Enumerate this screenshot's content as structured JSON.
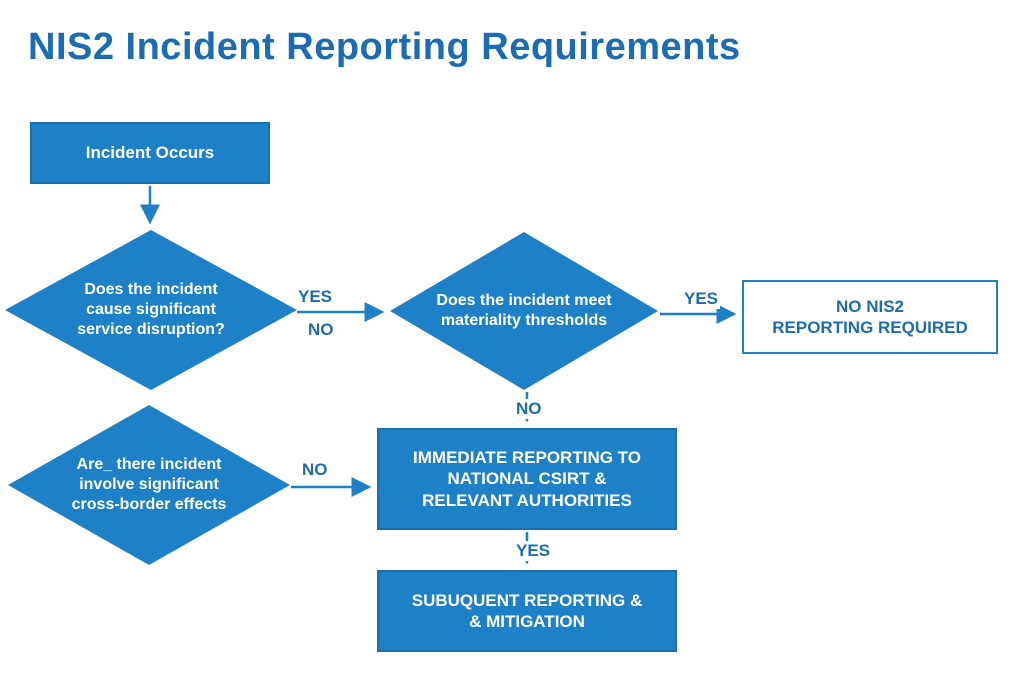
{
  "title": "NIS2 Incident Reporting Requirements",
  "colors": {
    "primary_blue": "#1e81c8",
    "dark_blue_text": "#1b6cb3",
    "background": "#ffffff"
  },
  "nodes": {
    "incident_occurs": {
      "label": "Incident Occurs",
      "shape": "rectangle"
    },
    "service_disruption": {
      "label": "Does the incident\ncause significant\nservice disruption?",
      "shape": "diamond"
    },
    "materiality": {
      "label": "Does the incident meet\nmateriality thresholds",
      "shape": "diamond"
    },
    "no_reporting": {
      "label": "NO NIS2\nREPORTING REQUIRED",
      "shape": "rectangle-outline"
    },
    "cross_border": {
      "label": "Are_ there incident\ninvolve significant\ncross-border effects",
      "shape": "diamond"
    },
    "immediate_reporting": {
      "label": "IMMEDIATE REPORTING TO\nNATIONAL CSIRT &\nRELEVANT AUTHORITIES",
      "shape": "rectangle"
    },
    "subsequent_reporting": {
      "label": "SUBUQUENT REPORTING &\n& MITIGATION",
      "shape": "rectangle"
    }
  },
  "edges": {
    "disruption_yes": "YES",
    "disruption_no": "NO",
    "materiality_yes": "YES",
    "materiality_no": "NO",
    "crossborder_no": "NO",
    "immediate_yes": "YES"
  }
}
